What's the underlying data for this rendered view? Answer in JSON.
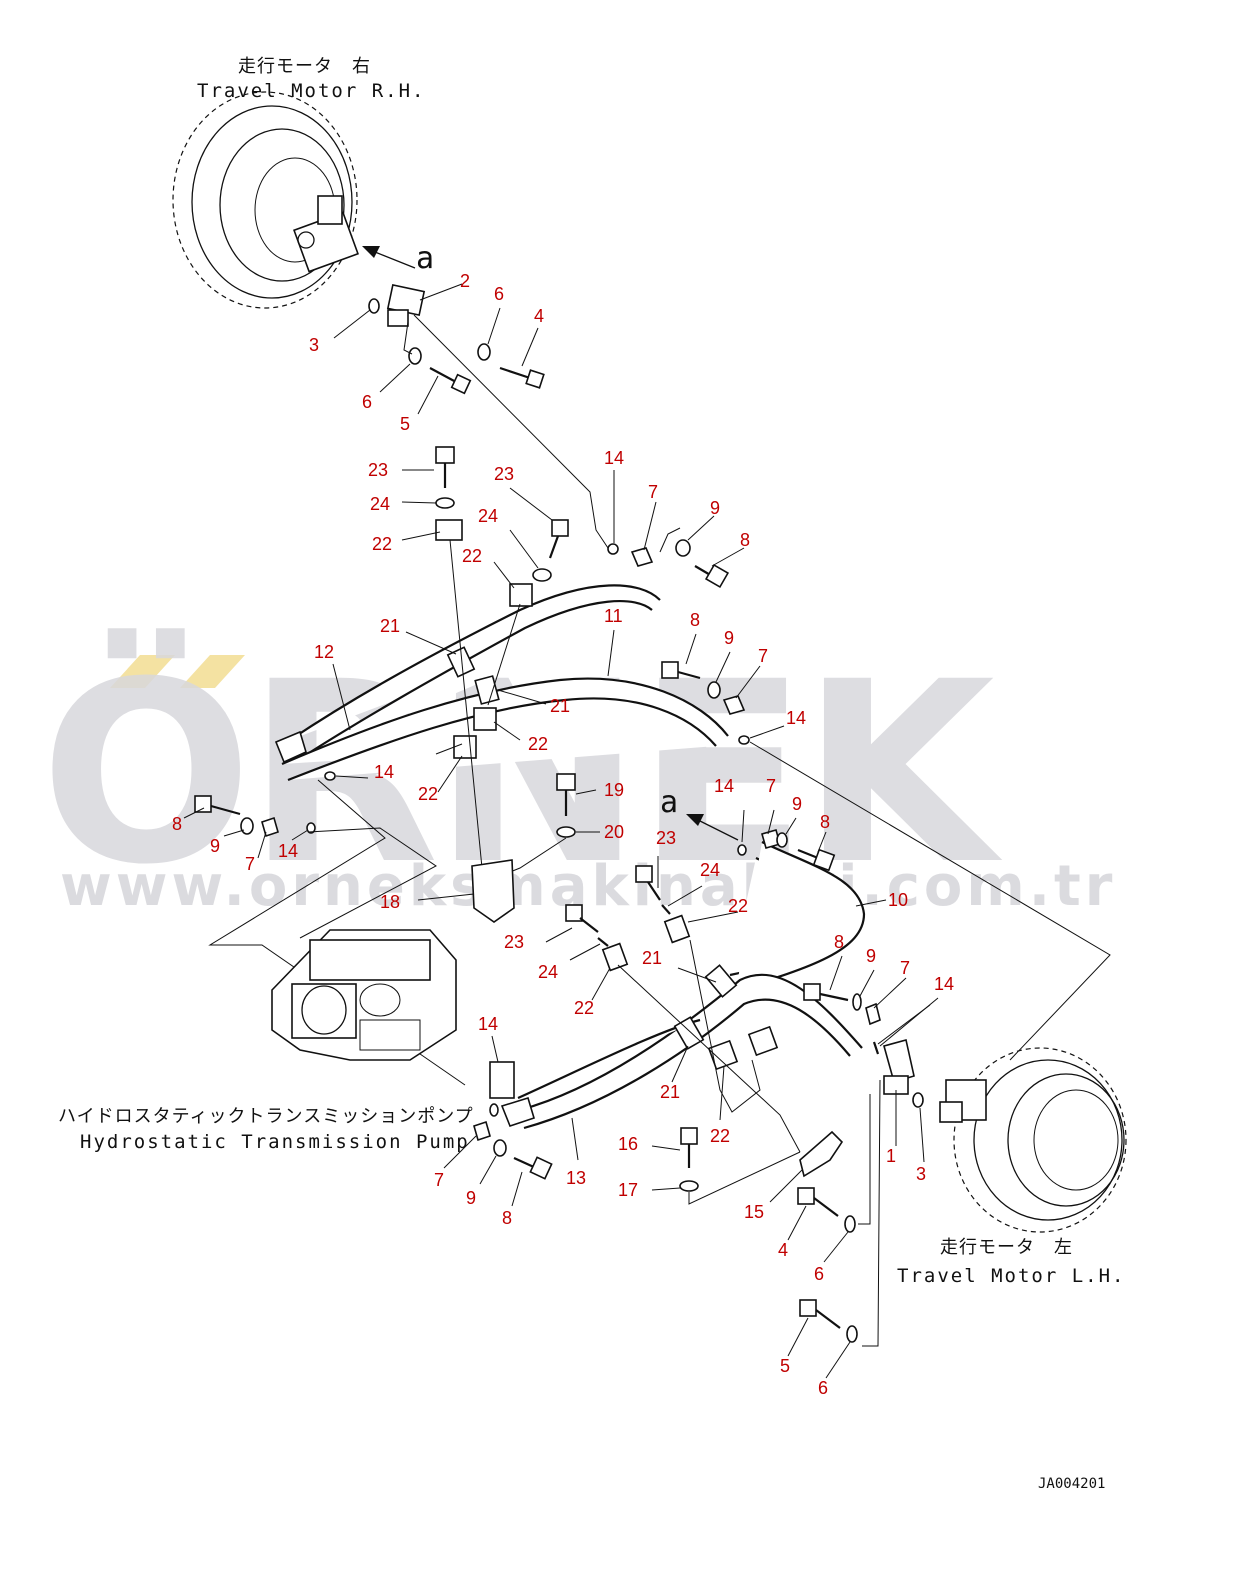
{
  "titles": {
    "motor_rh_jp": "走行モータ　右",
    "motor_rh_en": "Travel Motor R.H.",
    "motor_lh_jp": "走行モータ　左",
    "motor_lh_en": "Travel Motor L.H.",
    "pump_jp": "ハイドロスタティックトランスミッションポンプ",
    "pump_en": "Hydrostatic Transmission Pump"
  },
  "view_arrow_label": "a",
  "watermark": {
    "brand": "ÖRNEK",
    "url": "www.orneksmakinalari.com.tr"
  },
  "drawing_id": "JA004201",
  "part_numbers": {
    "top_2": "2",
    "top_3": "3",
    "top_6a": "6",
    "top_4": "4",
    "top_6b": "6",
    "top_5": "5",
    "c_23a": "23",
    "c_24a": "24",
    "c_22a": "22",
    "c_23b": "23",
    "c_24b": "24",
    "c_22b": "22",
    "c_14a": "14",
    "c_7a": "7",
    "c_9a": "9",
    "c_8a": "8",
    "c_21a": "21",
    "c_12": "12",
    "c_11": "11",
    "c_8b": "8",
    "c_9b": "9",
    "c_7b": "7",
    "c_14b": "14",
    "c_21b": "21",
    "c_22c": "22",
    "c_22d": "22",
    "c_14c": "14",
    "l_8": "8",
    "l_9": "9",
    "l_7": "7",
    "l_14": "14",
    "c_19": "19",
    "c_20": "20",
    "c_18": "18",
    "r_14": "14",
    "r_7": "7",
    "r_9": "9",
    "r_8": "8",
    "r_10": "10",
    "m_23a": "23",
    "m_24a": "24",
    "m_22a": "22",
    "m_23b": "23",
    "m_24b": "24",
    "m_22b": "22",
    "m_21a": "21",
    "r_8b": "8",
    "r_9b": "9",
    "r_7b": "7",
    "r_14b": "14",
    "p_14": "14",
    "m_21b": "21",
    "m_22c": "22",
    "p_7": "7",
    "p_9": "9",
    "p_8": "8",
    "p_13": "13",
    "b_16": "16",
    "b_17": "17",
    "b_15": "15",
    "b_1": "1",
    "b_3": "3",
    "b_4": "4",
    "b_6a": "6",
    "b_5": "5",
    "b_6b": "6"
  }
}
